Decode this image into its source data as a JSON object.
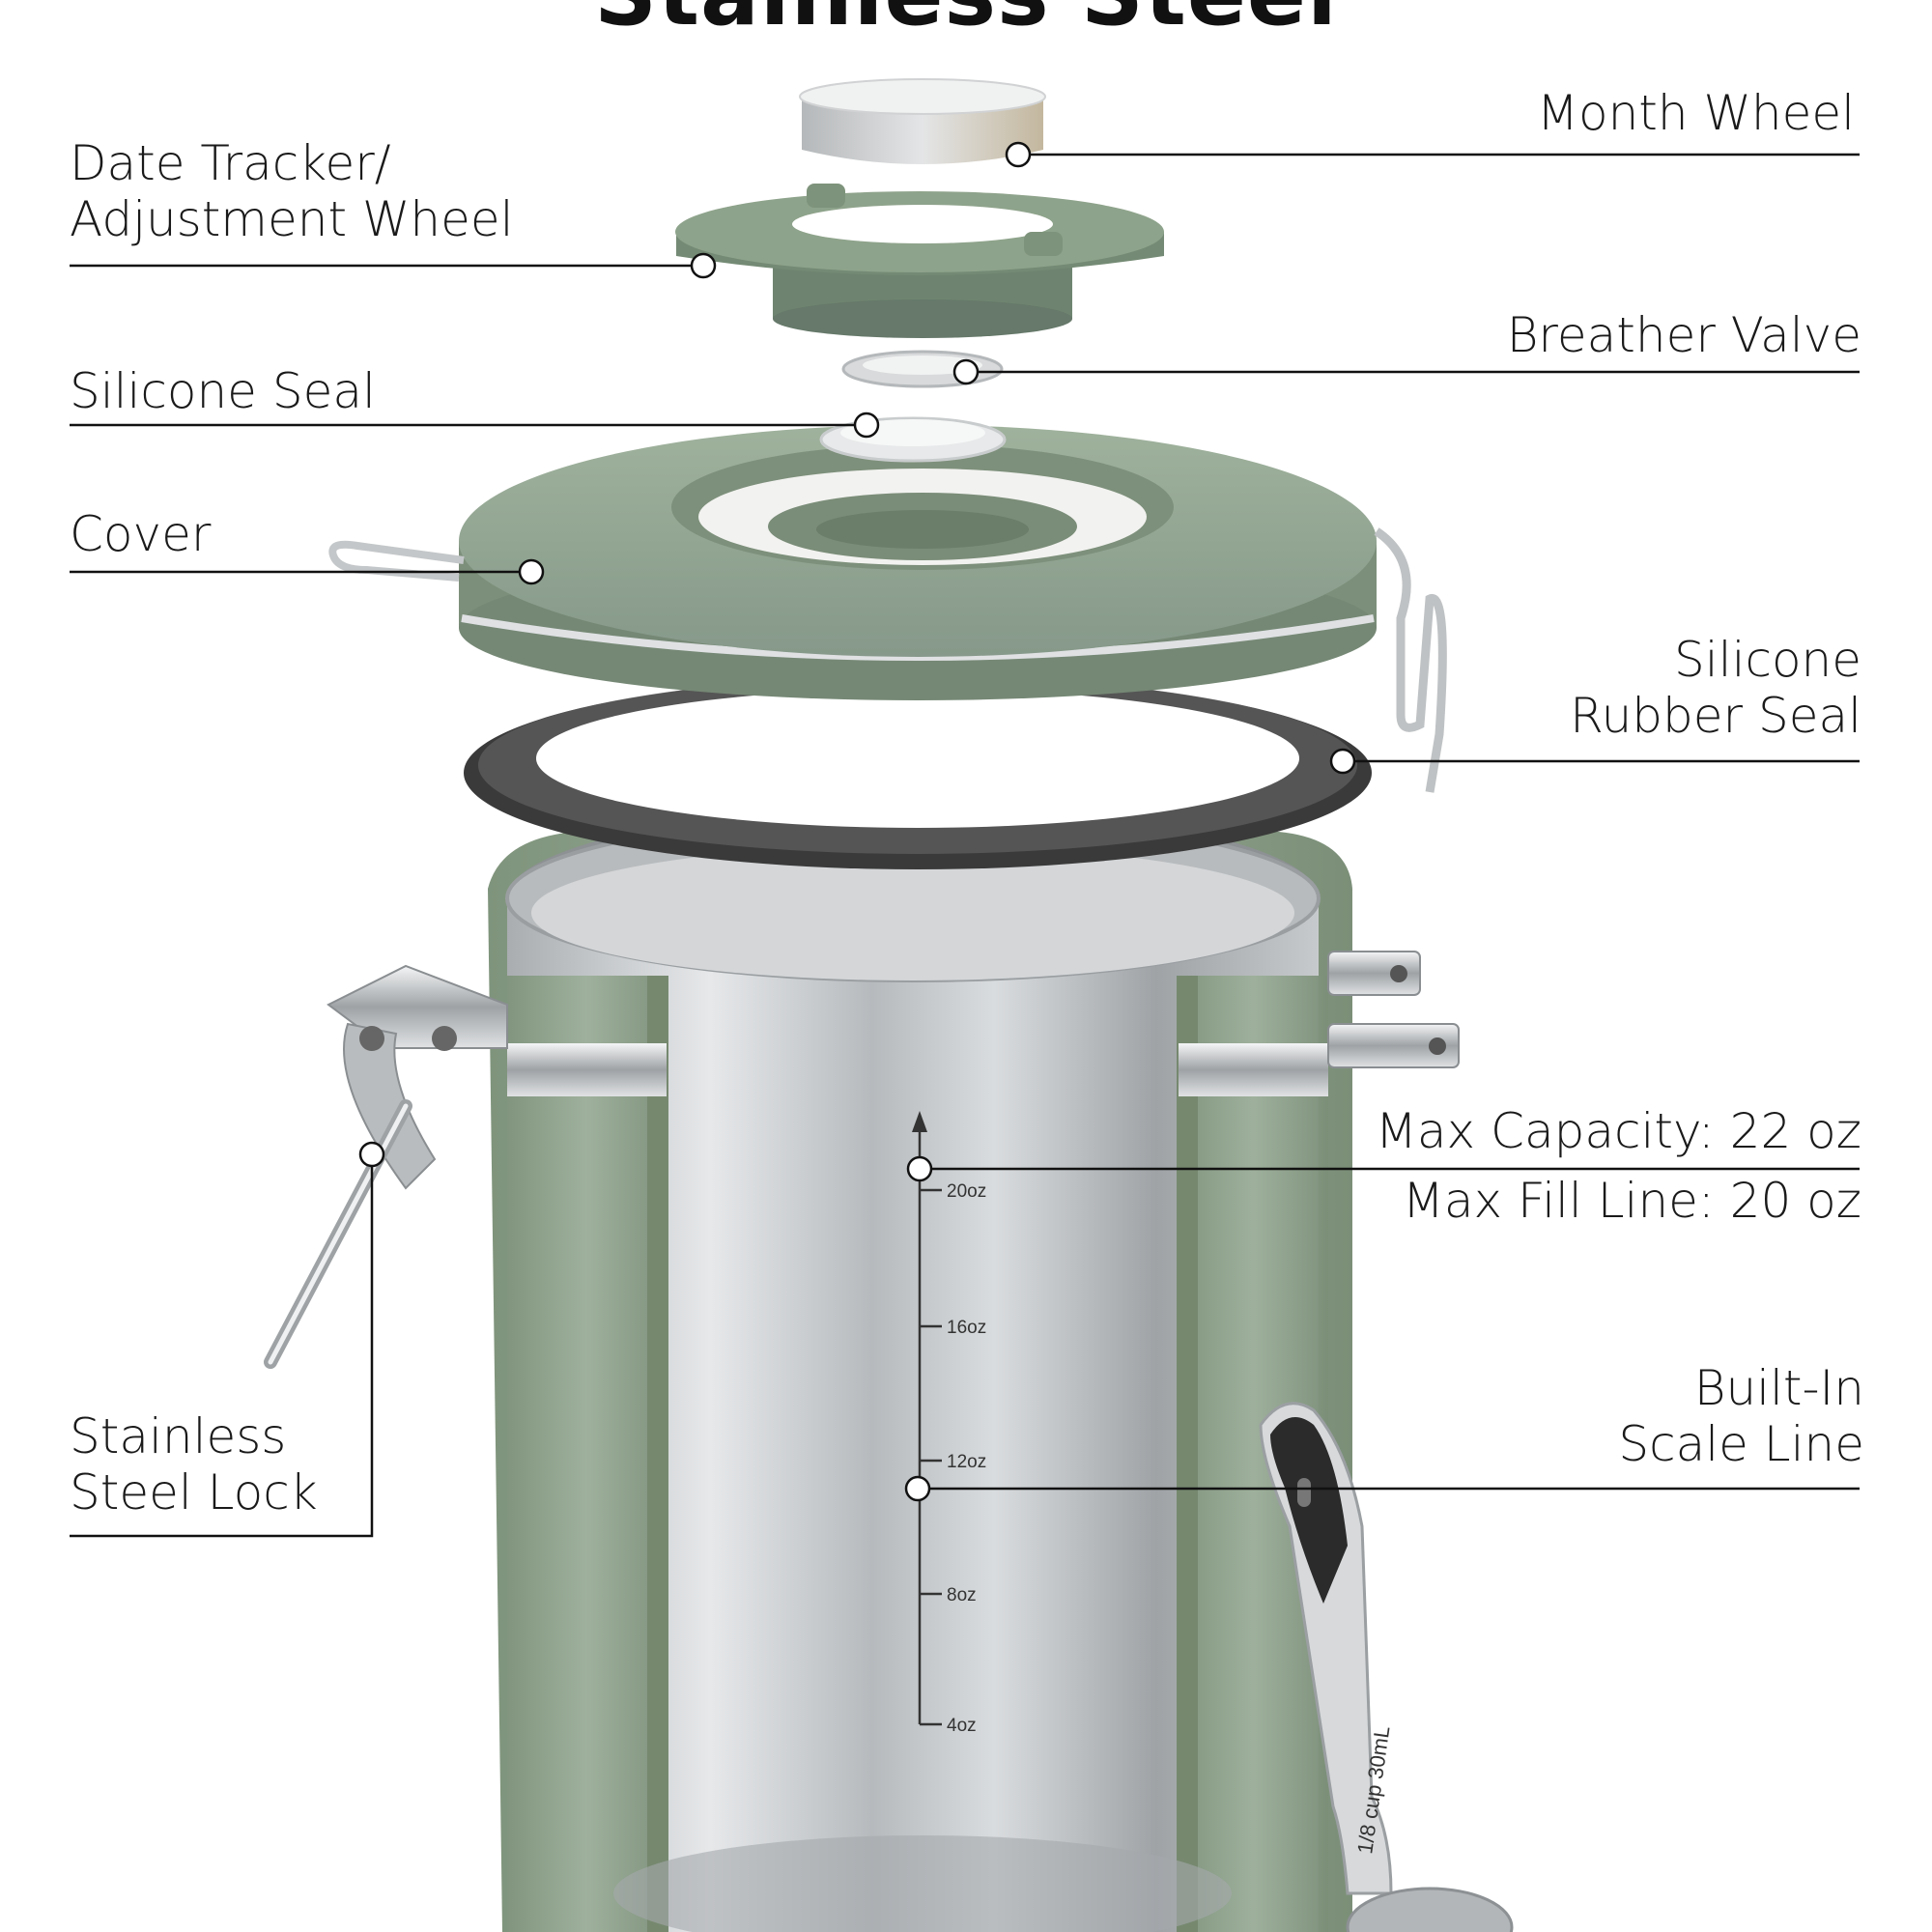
{
  "title": "Stainless Steel",
  "callouts": {
    "month_wheel": "Month Wheel",
    "date_tracker_line1": "Date Tracker/",
    "date_tracker_line2": "Adjustment Wheel",
    "breather_valve": "Breather Valve",
    "silicone_seal": "Silicone Seal",
    "cover": "Cover",
    "silicone_rubber_seal_line1": "Silicone",
    "silicone_rubber_seal_line2": "Rubber Seal",
    "max_capacity": "Max Capacity: 22 oz",
    "max_fill_line": "Max Fill Line: 20 oz",
    "built_in_scale_line1": "Built-In",
    "built_in_scale_line2": "Scale Line",
    "stainless_lock_line1": "Stainless",
    "stainless_lock_line2": "Steel Lock"
  },
  "scale_marks": [
    "20oz",
    "16oz",
    "12oz",
    "8oz",
    "4oz"
  ],
  "spoon_text": "1/8 cup 30mL",
  "colors": {
    "sage_green": "#8fa48c",
    "sage_dark": "#6f8470",
    "steel": "#c9ccce",
    "gasket": "#2e2e2e",
    "leader_line": "#111111"
  }
}
